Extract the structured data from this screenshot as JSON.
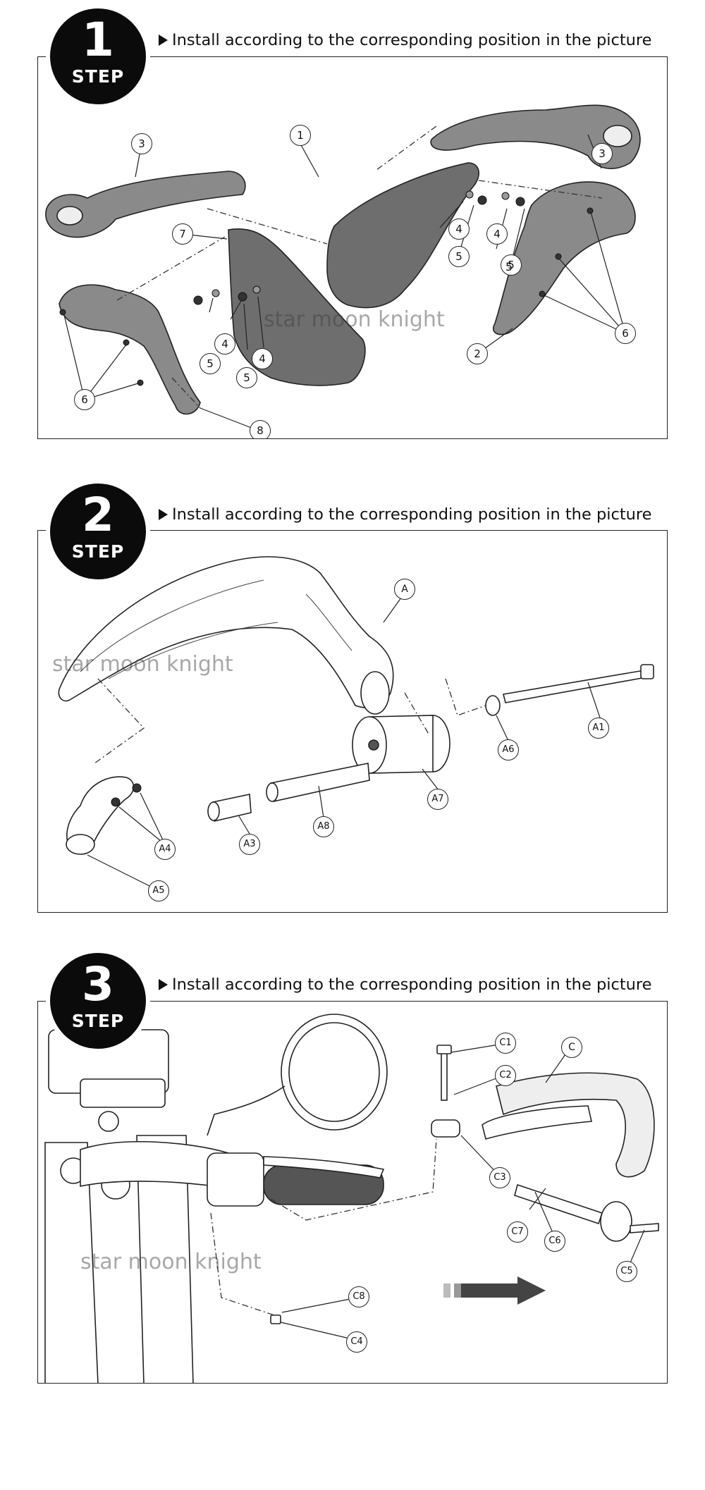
{
  "steps": [
    {
      "number": "1",
      "word": "STEP",
      "instruction": "Install according to the corresponding position in the picture",
      "watermark": "star moon knight",
      "callouts": [
        "3",
        "1",
        "3",
        "7",
        "4",
        "4",
        "5",
        "5",
        "5",
        "4",
        "5",
        "4",
        "5",
        "6",
        "6",
        "2",
        "8"
      ]
    },
    {
      "number": "2",
      "word": "STEP",
      "instruction": "Install according to the corresponding position in the picture",
      "watermark": "star moon knight",
      "callouts": [
        "A",
        "A1",
        "A6",
        "A7",
        "A8",
        "A3",
        "A4",
        "A5"
      ]
    },
    {
      "number": "3",
      "word": "STEP",
      "instruction": "Install according to the corresponding position in the picture",
      "watermark": "star moon knight",
      "callouts": [
        "C1",
        "C",
        "C2",
        "C3",
        "C7",
        "C6",
        "C5",
        "C8",
        "C4"
      ]
    }
  ],
  "colors": {
    "ink": "#111111",
    "badge": "#0b0b0b",
    "part_fill": "#8a8a8a",
    "part_dark": "#5e5e5e"
  }
}
